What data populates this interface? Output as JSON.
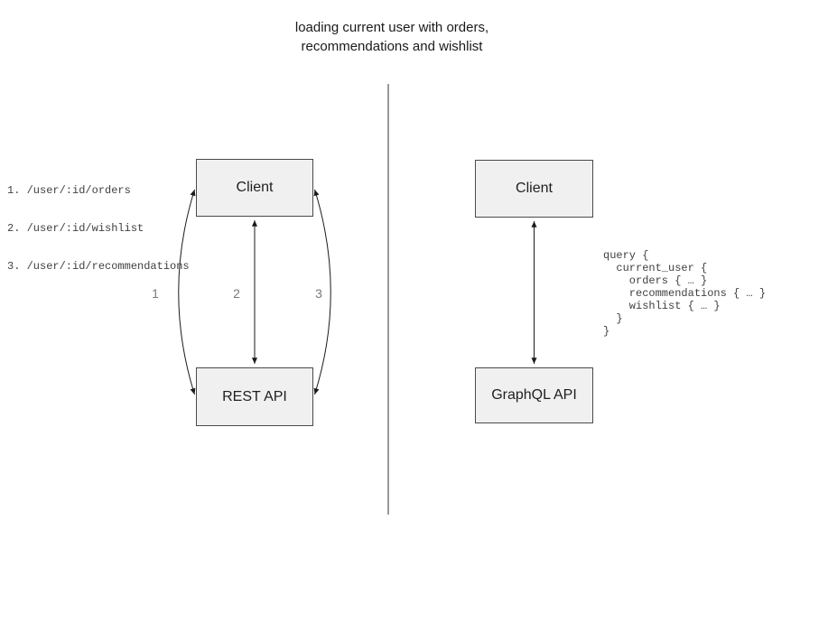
{
  "title": {
    "line1": "loading current user with orders,",
    "line2": "recommendations and wishlist"
  },
  "rest_side": {
    "endpoint_list": [
      "1. /user/:id/orders",
      "2. /user/:id/wishlist",
      "3. /user/:id/recommendations"
    ],
    "client_box": "Client",
    "api_box": "REST API",
    "arrow_labels": [
      "1",
      "2",
      "3"
    ]
  },
  "graphql_side": {
    "client_box": "Client",
    "api_box": "GraphQL API",
    "query_code": "query {\n  current_user {\n    orders { … }\n    recommendations { … }\n    wishlist { … }\n  }\n}"
  },
  "colors": {
    "background": "#ffffff",
    "box_fill": "#f0f0f0",
    "box_border": "#4a4a4a",
    "arrow": "#1a1a1a",
    "divider": "#6e6e6e",
    "arrow_label_gray": "#7a7a7a",
    "code_text": "#3f3f3f",
    "title_text": "#1a1a1a"
  }
}
